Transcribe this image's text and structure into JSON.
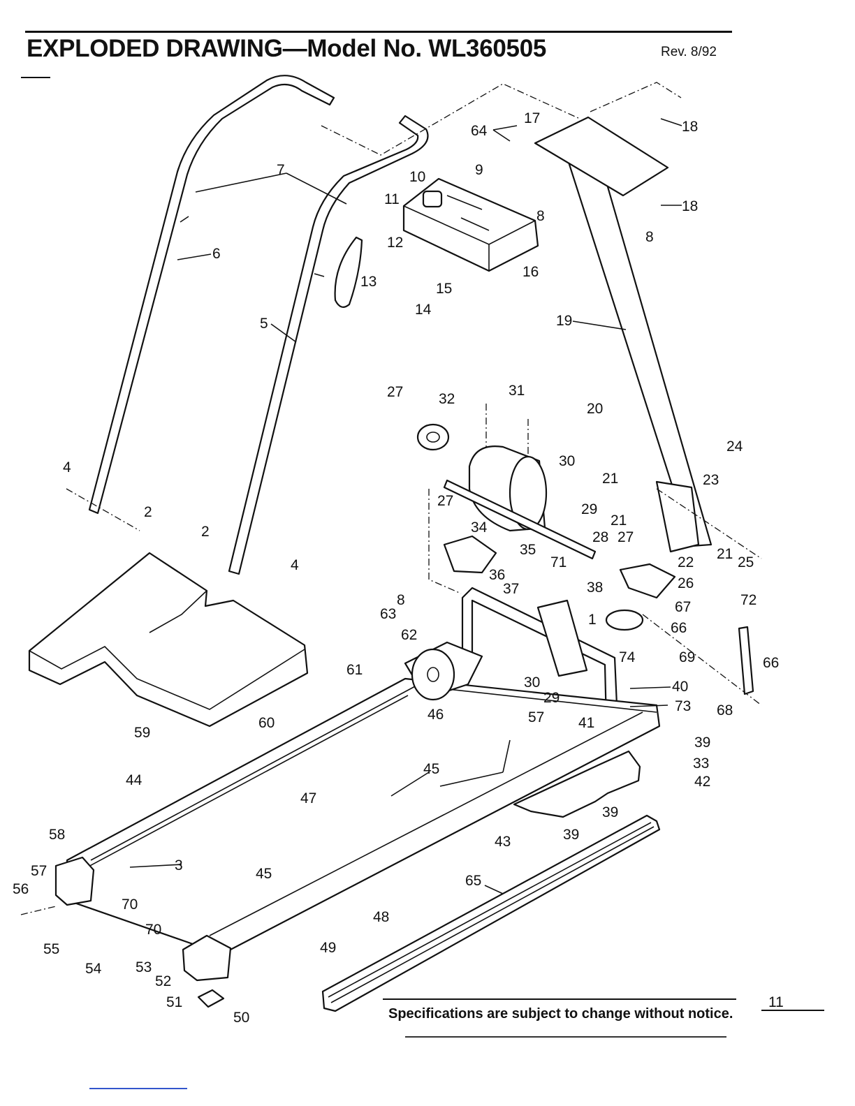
{
  "header": {
    "title": "EXPLODED DRAWING—Model No. WL360505",
    "revision": "Rev. 8/92"
  },
  "footer": {
    "notice": "Specifications are subject to change without notice.",
    "page_number": "11"
  },
  "callouts": [
    "1",
    "2",
    "2",
    "3",
    "4",
    "4",
    "5",
    "6",
    "7",
    "8",
    "8",
    "8",
    "9",
    "10",
    "11",
    "12",
    "13",
    "14",
    "15",
    "16",
    "17",
    "18",
    "18",
    "19",
    "20",
    "21",
    "21",
    "21",
    "22",
    "23",
    "24",
    "25",
    "26",
    "27",
    "27",
    "27",
    "28",
    "29",
    "29",
    "30",
    "30",
    "31",
    "32",
    "33",
    "34",
    "35",
    "36",
    "37",
    "38",
    "39",
    "39",
    "39",
    "40",
    "41",
    "42",
    "43",
    "44",
    "45",
    "45",
    "46",
    "47",
    "48",
    "49",
    "50",
    "51",
    "52",
    "53",
    "54",
    "55",
    "56",
    "57",
    "57",
    "58",
    "59",
    "60",
    "61",
    "62",
    "63",
    "64",
    "65",
    "66",
    "66",
    "67",
    "68",
    "69",
    "70",
    "70",
    "71",
    "72",
    "73",
    "74"
  ]
}
